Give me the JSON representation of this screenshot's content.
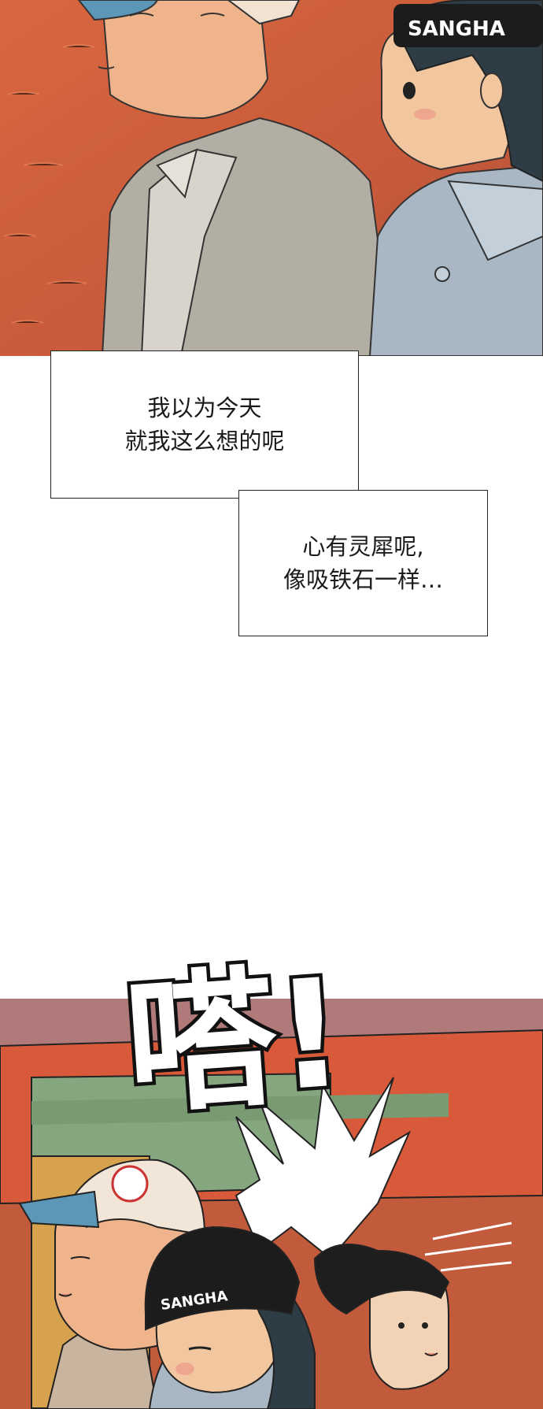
{
  "panels": {
    "top": {
      "hat_text": "SANGHA"
    },
    "bottom": {
      "hat_text": "SANGHA"
    }
  },
  "narration": {
    "box1": {
      "line1": "我以为今天",
      "line2": "就我这么想的呢"
    },
    "box2": {
      "line1": "心有灵犀呢,",
      "line2": "像吸铁石一样…"
    }
  },
  "sfx": {
    "text": "嗒!"
  },
  "colors": {
    "sunset_red": "#d8643f",
    "sunset_dark": "#a84e35",
    "shirt_gray": "#b3aea4",
    "denim": "#a9b7c4",
    "hair_dark": "#2e3d45",
    "tent_green": "#86a680",
    "tent_red": "#d85a3a",
    "cap_blue": "#5d97b8",
    "beanie_black": "#1c1c1c"
  }
}
